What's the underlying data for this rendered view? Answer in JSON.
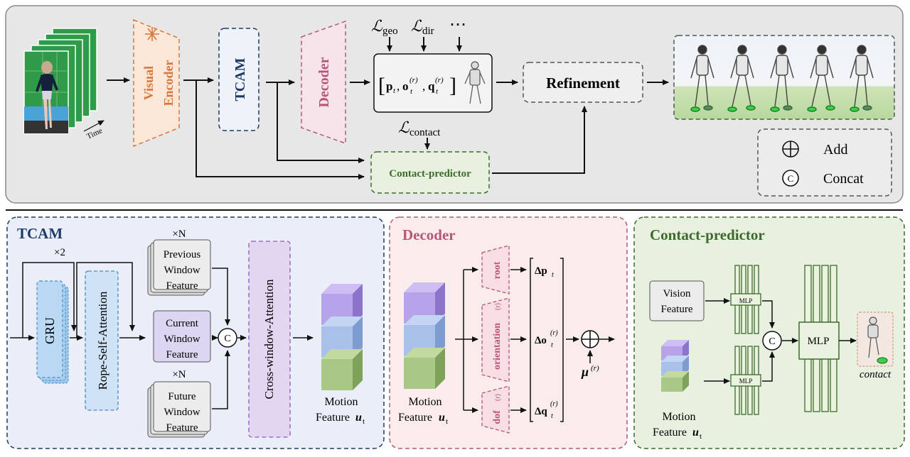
{
  "top": {
    "time_label": "Time",
    "visual": "Visual",
    "encoder": "Encoder",
    "tcam": "TCAM",
    "decoder": "Decoder",
    "loss_geo_main": "ℒ",
    "loss_geo_sub": "geo",
    "loss_dir_main": "ℒ",
    "loss_dir_sub": "dir",
    "loss_more": "⋯",
    "loss_contact_main": "ℒ",
    "loss_contact_sub": "contact",
    "output_p": "p",
    "output_p_sub": "t",
    "output_o": "o",
    "output_q": "q",
    "output_sup": "(r)",
    "output_sub": "t",
    "refinement": "Refinement",
    "contact_predictor": "Contact-predictor",
    "legend_add": "Add",
    "legend_concat": "Concat",
    "legend_c": "C"
  },
  "tcam_panel": {
    "title": "TCAM",
    "x2": "×2",
    "gru": "GRU",
    "rope": "Rope-Self-Attention",
    "xn_top": "×N",
    "xn_bottom": "×N",
    "previous": [
      "Previous",
      "Window",
      "Feature"
    ],
    "current": [
      "Current",
      "Window",
      "Feature"
    ],
    "future": [
      "Future",
      "Window",
      "Feature"
    ],
    "concat": "C",
    "cross": "Cross-window-Attention",
    "motion": "Motion",
    "feature": "Feature",
    "u": "u",
    "u_sub": "t"
  },
  "decoder_panel": {
    "title": "Decoder",
    "motion": "Motion",
    "feature": "Feature",
    "u": "u",
    "u_sub": "t",
    "root": "root",
    "orientation": "orientation",
    "dof": "dof",
    "r_sup": "(r)",
    "dp": "Δp",
    "dp_sub": "t",
    "do": "Δo",
    "dq": "Δq",
    "sub_t": "t",
    "sup_r": "(r)",
    "mu": "μ",
    "mu_sup": "(r)"
  },
  "contact_panel": {
    "title": "Contact-predictor",
    "vision": [
      "Vision",
      "Feature"
    ],
    "mlp_small": "MLP",
    "mlp_small2": "MLP",
    "mlp_big": "MLP",
    "concat": "C",
    "motion": "Motion",
    "feature": "Feature",
    "u": "u",
    "u_sub": "t",
    "contact": "contact"
  },
  "colors": {
    "orange": "#d9773a",
    "tcam_navy": "#1f3a66",
    "decoder_pink": "#b5577a",
    "green_text": "#3d6b2a",
    "gray_panel": "#e7e7e7",
    "blue_panel": "#e9eef8",
    "pink_panel": "#fbecec",
    "green_panel": "#e8f1df"
  }
}
